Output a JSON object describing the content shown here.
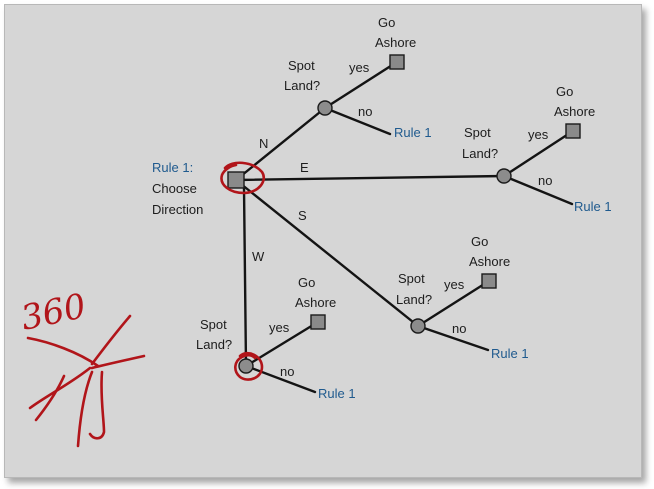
{
  "colors": {
    "background": "#d6d6d6",
    "line": "#141414",
    "node_fill": "#8a8a8a",
    "rule_link": "#1f5a8e",
    "annotation_ink": "#b1151a"
  },
  "root": {
    "label_line1": "Rule 1:",
    "label_line2": "Choose",
    "label_line3": "Direction"
  },
  "directions": {
    "n": "N",
    "e": "E",
    "s": "S",
    "w": "W"
  },
  "branch": {
    "question_line1": "Spot",
    "question_line2": "Land?",
    "yes": "yes",
    "no": "no",
    "outcome_line1": "Go",
    "outcome_line2": "Ashore",
    "rule_link": "Rule 1"
  },
  "annotation": {
    "text": "360"
  }
}
